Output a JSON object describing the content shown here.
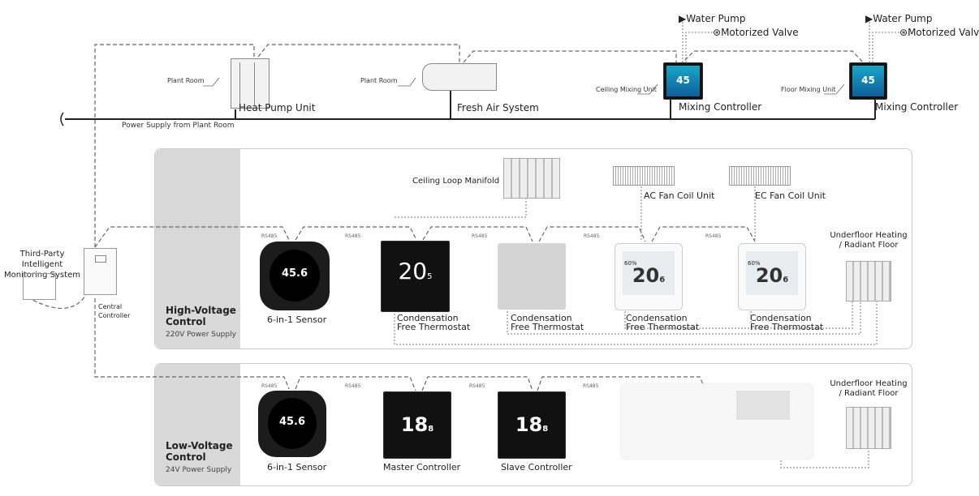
{
  "top": {
    "power_supply": "Power Supply from Plant Room",
    "heat_pump": {
      "label": "Heat Pump Unit",
      "location": "Plant Room"
    },
    "fresh_air": {
      "label": "Fresh Air System",
      "location": "Plant Room"
    },
    "mixing1": {
      "label": "Mixing Controller",
      "location": "Ceiling Mixing Unit",
      "value": "45",
      "pump": "Water Pump",
      "valve": "Motorized Valve"
    },
    "mixing2": {
      "label": "Mixing Controller",
      "location": "Floor Mixing Unit",
      "value": "45",
      "pump": "Water Pump",
      "valve": "Motorized Valve"
    }
  },
  "left": {
    "monitoring": "Third-Party Intelligent Monitoring System",
    "central": "Central Controller"
  },
  "high_voltage": {
    "title": "High-Voltage Control",
    "subtitle": "220V Power Supply",
    "rs485": [
      "RS485",
      "RS485",
      "RS485",
      "RS485",
      "RS485"
    ],
    "sensor": {
      "label": "6-in-1 Sensor",
      "value": "45.6"
    },
    "thermostat1": {
      "label": "Condensation Free Thermostat",
      "value": "20",
      "decimal": "5"
    },
    "thermostat2": {
      "label": "Condensation Free Thermostat"
    },
    "thermostat3": {
      "label": "Condensation Free Thermostat",
      "value": "20",
      "decimal": "6",
      "humidity": "60%"
    },
    "thermostat4": {
      "label": "Condensation Free Thermostat",
      "value": "20",
      "decimal": "6",
      "humidity": "60%"
    },
    "ceiling_manifold": "Ceiling Loop Manifold",
    "ac_fan": "AC Fan Coil Unit",
    "ec_fan": "EC Fan Coil Unit",
    "underfloor": "Underfloor Heating / Radiant Floor"
  },
  "low_voltage": {
    "title": "Low-Voltage Control",
    "subtitle": "24V Power Supply",
    "rs485": [
      "RS485",
      "RS485",
      "RS485",
      "RS485"
    ],
    "sensor": {
      "label": "6-in-1 Sensor",
      "value": "45.6"
    },
    "master": {
      "label": "Master Controller",
      "value": "18",
      "decimal": "8"
    },
    "slave": {
      "label": "Slave Controller",
      "value": "18",
      "decimal": "8"
    },
    "underfloor": "Underfloor Heating / Radiant Floor"
  },
  "colors": {
    "panel_side": "#d9d9d9",
    "mixing_screen": "#1aa7c9",
    "device_black": "#111111"
  }
}
